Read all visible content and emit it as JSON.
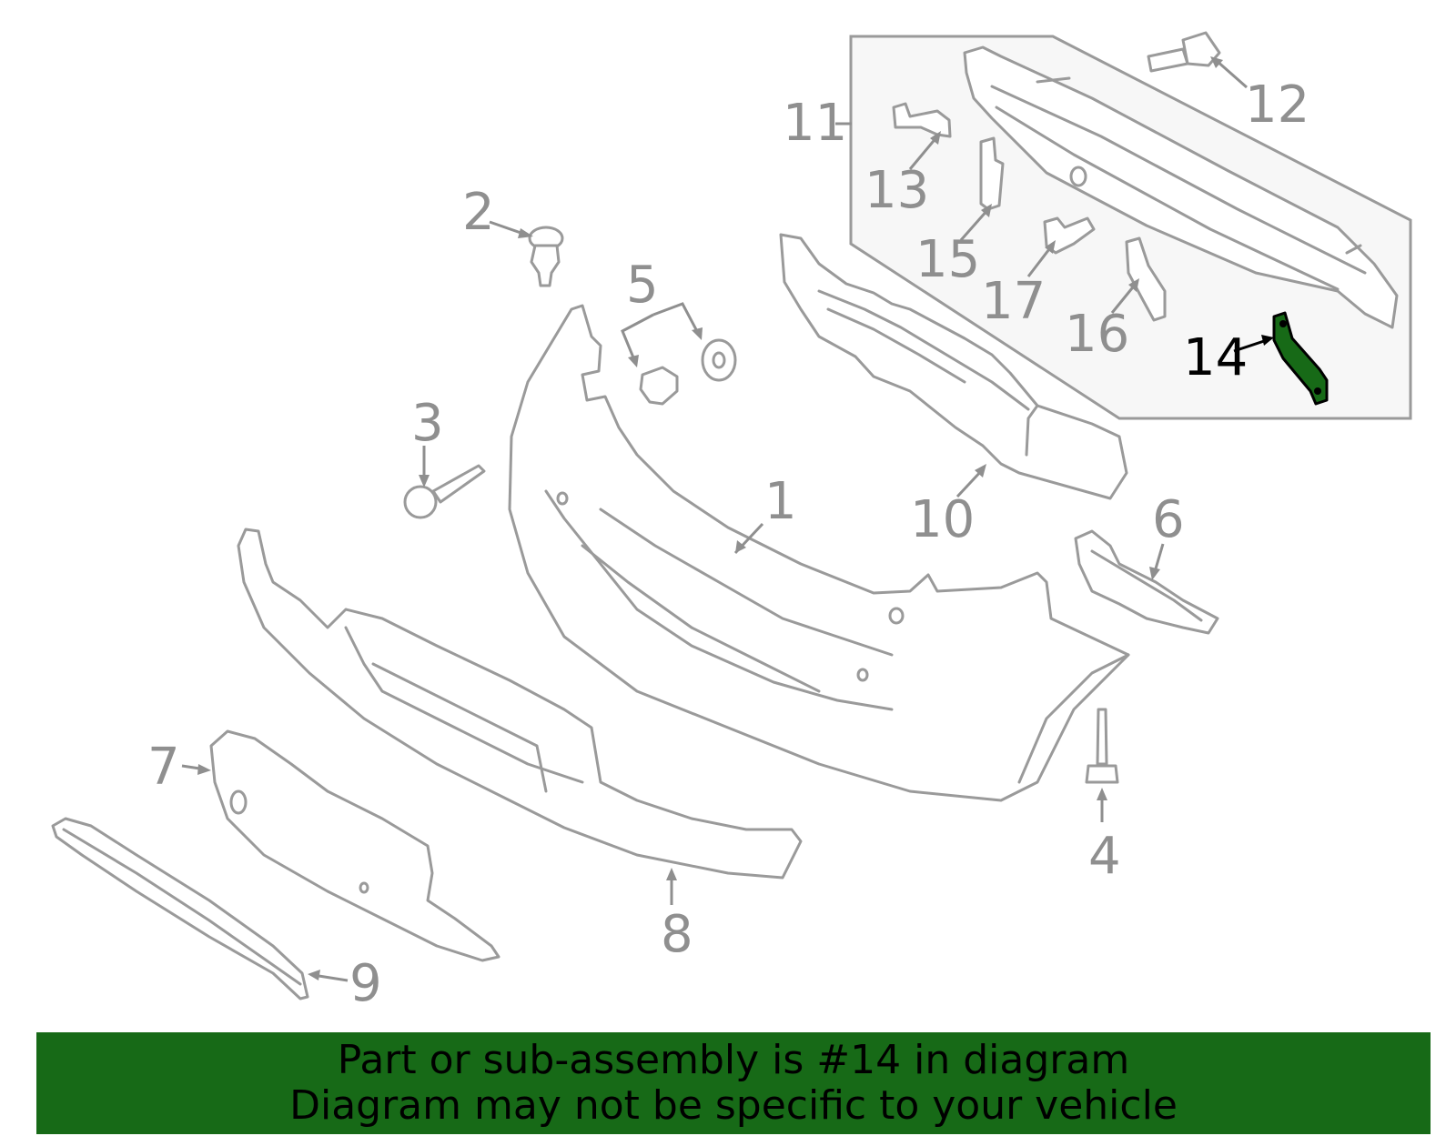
{
  "diagram": {
    "callouts": [
      {
        "id": "1",
        "label": "1"
      },
      {
        "id": "2",
        "label": "2"
      },
      {
        "id": "3",
        "label": "3"
      },
      {
        "id": "4",
        "label": "4"
      },
      {
        "id": "5",
        "label": "5"
      },
      {
        "id": "6",
        "label": "6"
      },
      {
        "id": "7",
        "label": "7"
      },
      {
        "id": "8",
        "label": "8"
      },
      {
        "id": "9",
        "label": "9"
      },
      {
        "id": "10",
        "label": "10"
      },
      {
        "id": "11",
        "label": "11"
      },
      {
        "id": "12",
        "label": "12"
      },
      {
        "id": "13",
        "label": "13"
      },
      {
        "id": "14",
        "label": "14",
        "highlighted": true
      },
      {
        "id": "15",
        "label": "15"
      },
      {
        "id": "16",
        "label": "16"
      },
      {
        "id": "17",
        "label": "17"
      }
    ],
    "highlight_color": "#176a17",
    "line_color": "#9a9a9a"
  },
  "banner": {
    "line1": "Part or sub-assembly is #14 in diagram",
    "line2": "Diagram may not be specific to your vehicle",
    "background": "#176a17"
  }
}
